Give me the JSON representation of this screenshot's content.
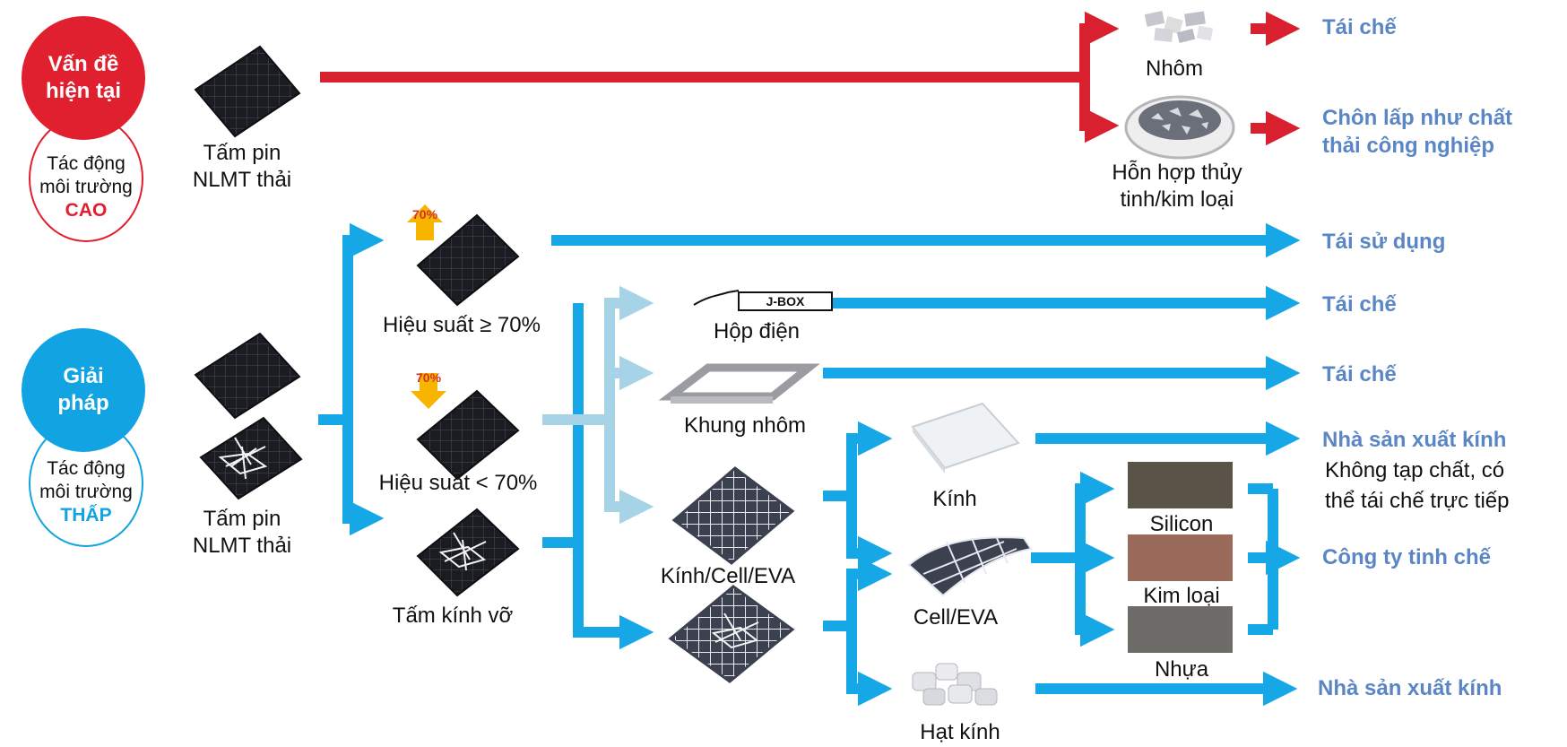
{
  "colors": {
    "red": "#d9202f",
    "blue": "#15a7e6",
    "light_blue": "#a6d3e6",
    "output_text": "#5b86c6",
    "high": "#e0202f",
    "low": "#12a3e3"
  },
  "current": {
    "heading": "Vấn đề hiện tại",
    "impact_line1": "Tác động",
    "impact_line2": "môi trường",
    "impact_level": "CAO",
    "panel_label": "Tấm pin NLMT thải",
    "aluminum": "Nhôm",
    "mixture": "Hỗn hợp thủy tinh/kim loại",
    "out_recycle": "Tái chế",
    "out_landfill_1": "Chôn lấp như chất",
    "out_landfill_2": "thải công nghiệp"
  },
  "solution": {
    "heading": "Giải pháp",
    "impact_line1": "Tác động",
    "impact_line2": "môi trường",
    "impact_level": "THẤP",
    "panel_label": "Tấm pin NLMT thải",
    "eff_high": "Hiệu suất ≥ 70%",
    "eff_low": "Hiệu suất < 70%",
    "broken": "Tấm kính vỡ",
    "pct_badge": "70%",
    "jbox_text": "J-BOX",
    "junction_box": "Hộp điện",
    "al_frame": "Khung nhôm",
    "glass_cell_eva": "Kính/Cell/EVA",
    "glass": "Kính",
    "cell_eva": "Cell/EVA",
    "glass_beads": "Hạt kính",
    "silicon": "Silicon",
    "metal": "Kim loại",
    "plastic": "Nhựa",
    "out_reuse": "Tái sử dụng",
    "out_recycle_jbox": "Tái chế",
    "out_recycle_frame": "Tái chế",
    "out_glass_maker": "Nhà sản xuất kính",
    "out_glass_note_1": "Không tạp chất, có",
    "out_glass_note_2": "thể tái chế trực tiếp",
    "out_refinery": "Công ty tinh chế",
    "out_glass_maker_2": "Nhà sản xuất kính"
  }
}
